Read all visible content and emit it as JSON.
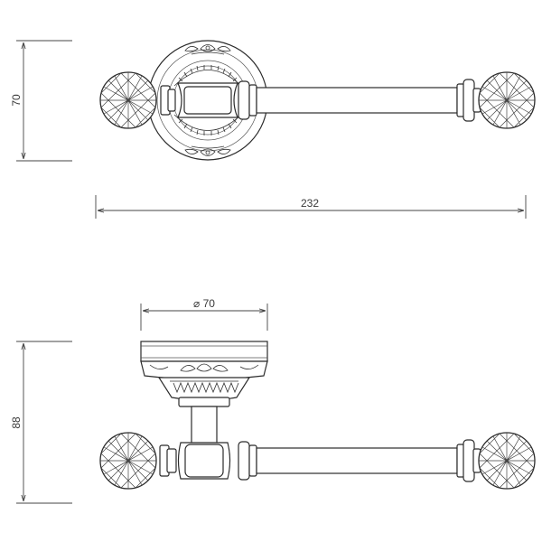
{
  "dimensions": {
    "top_height": "70",
    "overall_width": "232",
    "diameter": "⌀ 70",
    "side_height": "88"
  }
}
